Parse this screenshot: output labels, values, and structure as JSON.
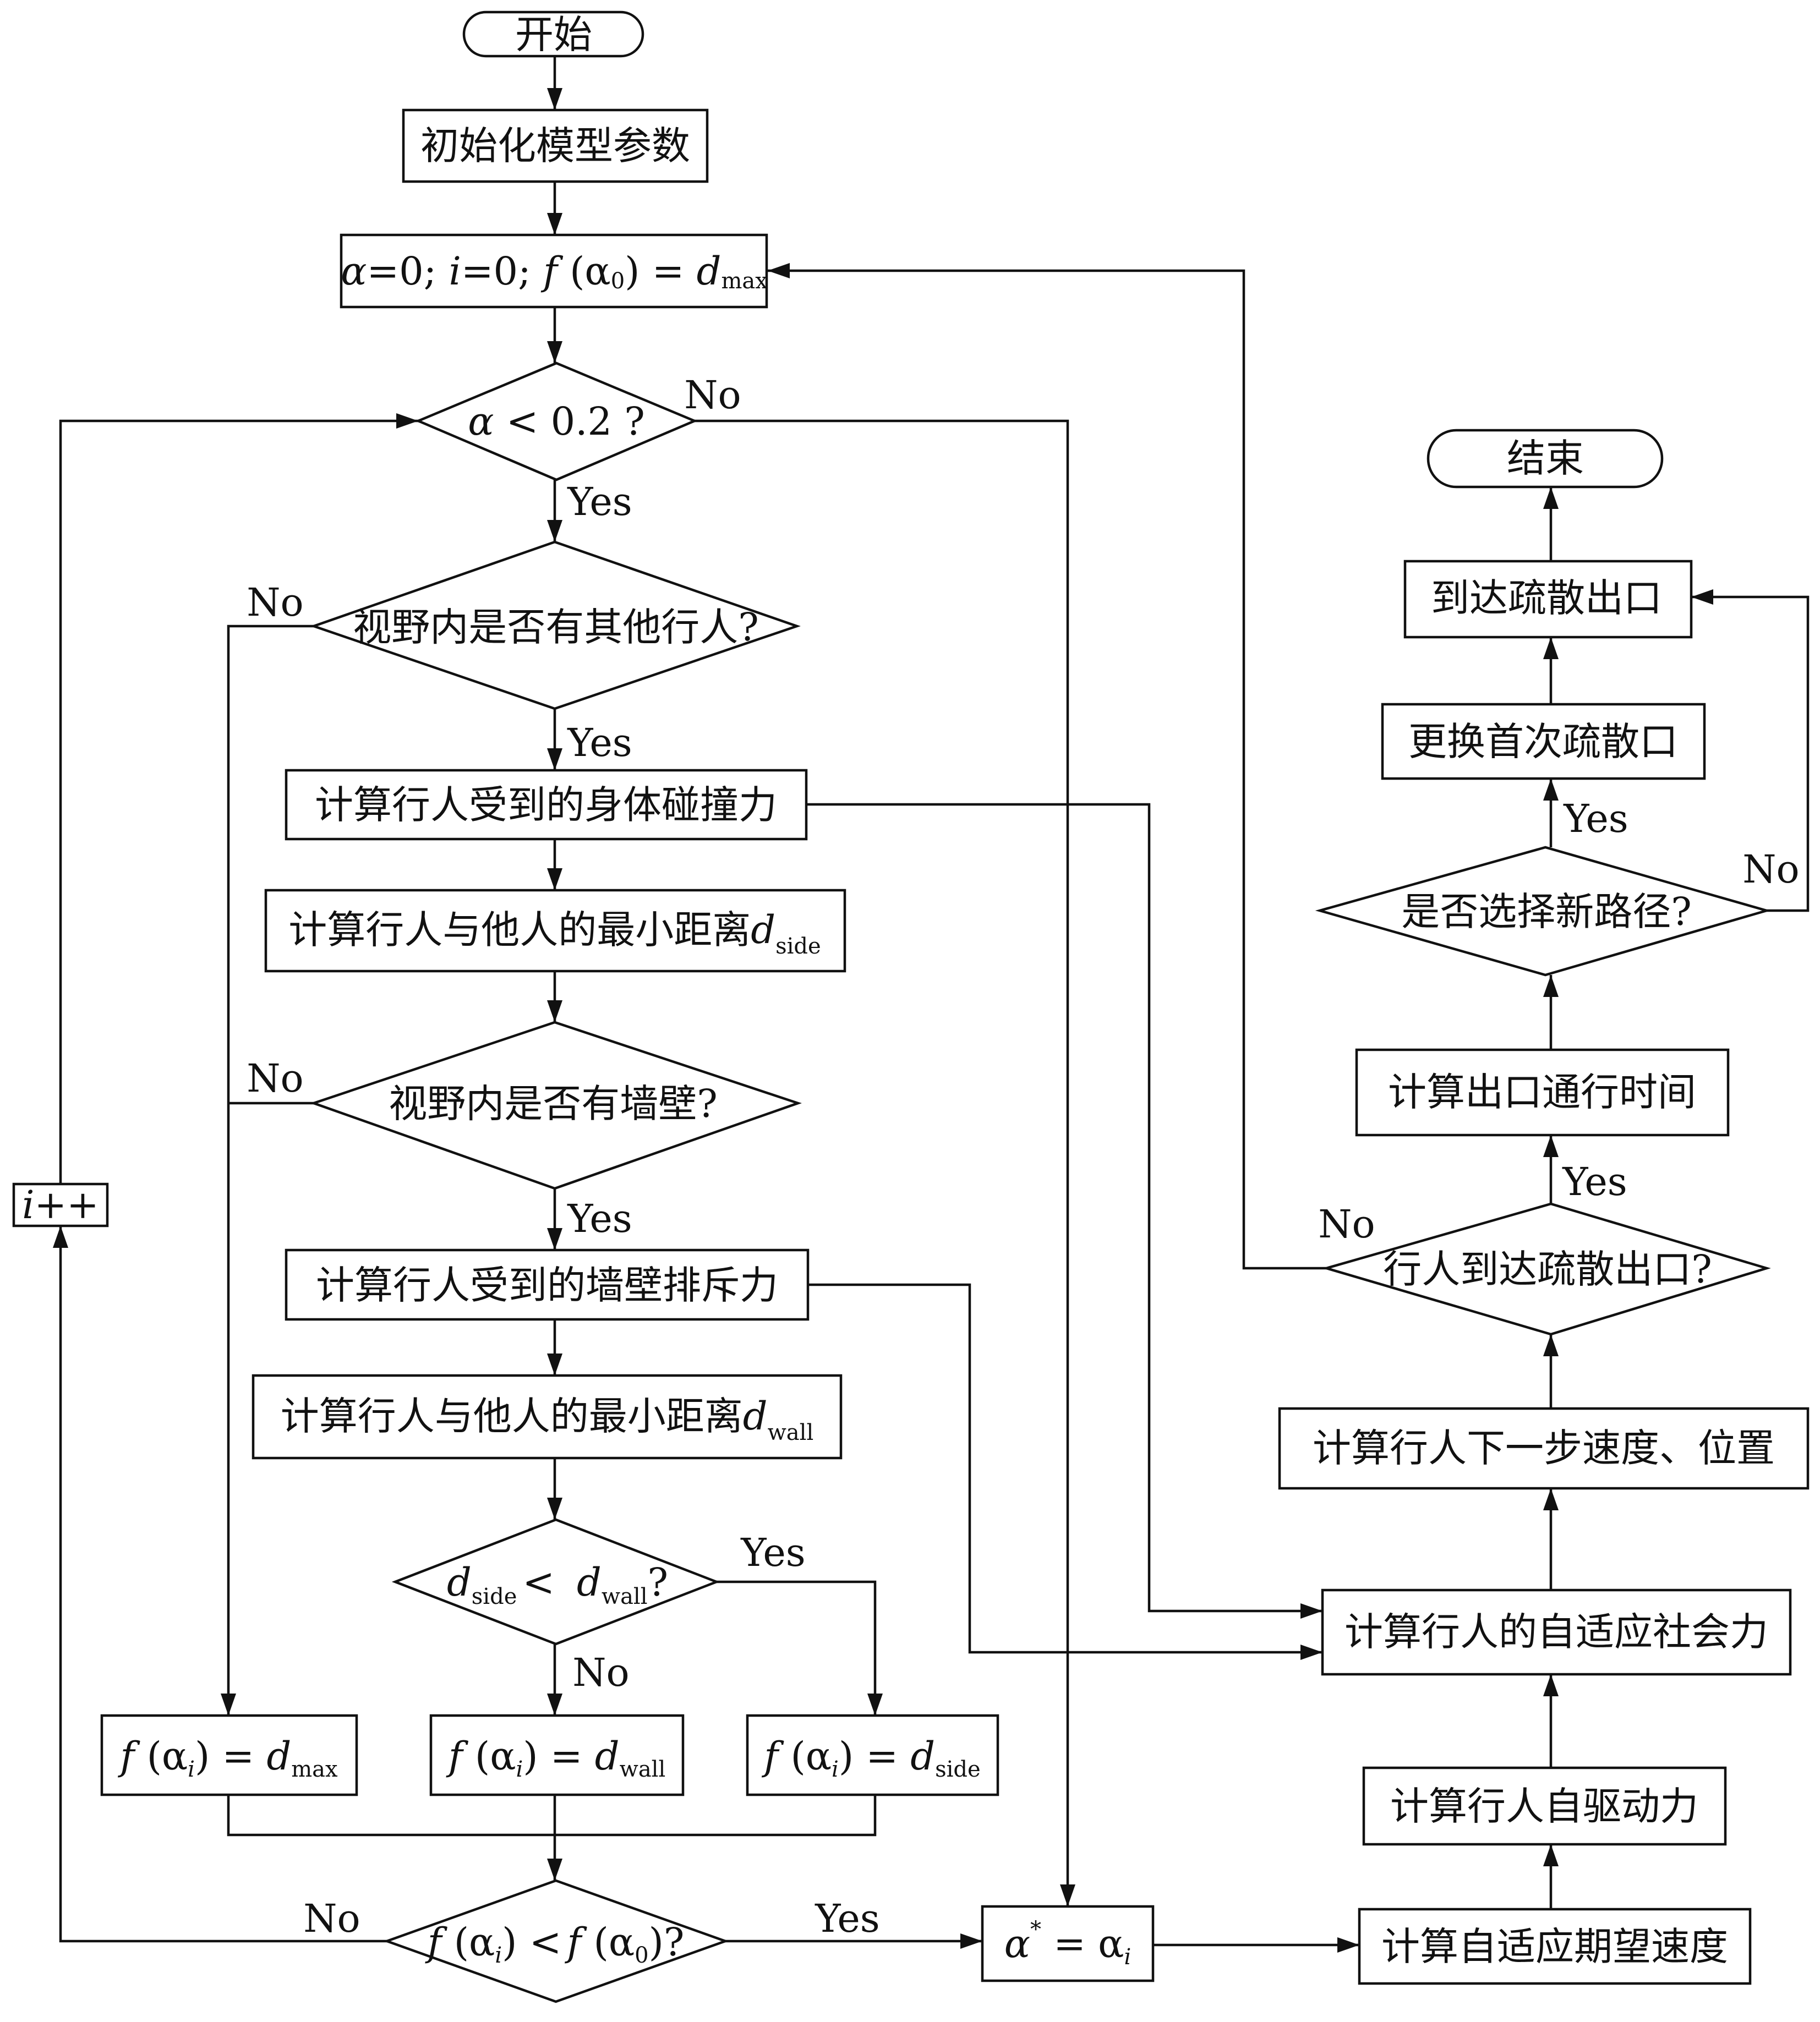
{
  "nodes": {
    "start": "开始",
    "init": "初始化模型参数",
    "setup": {
      "a": "α",
      "b": "=0; ",
      "c": "i",
      "d": "=0; ",
      "e": "f",
      "f": " (α",
      "g": "0",
      "h": ") = ",
      "i": "d",
      "j": "max"
    },
    "alpha_check": {
      "a": "α",
      "b": " < 0.2 ?"
    },
    "others_check": "视野内是否有其他行人?",
    "body_force": "计算行人受到的身体碰撞力",
    "min_side": {
      "text": "计算行人与他人的最小距离",
      "d": "d",
      "sub": "side"
    },
    "wall_check": "视野内是否有墙壁?",
    "wall_force": "计算行人受到的墙壁排斥力",
    "min_wall": {
      "text": "计算行人与他人的最小距离",
      "d": "d",
      "sub": "wall"
    },
    "compare": {
      "d1": "d",
      "s1": "side",
      "lt": "<",
      "d2": "d",
      "s2": "wall",
      "q": "?"
    },
    "f_max": {
      "f": "f",
      "p": " (α",
      "i": "i",
      "e": ") = ",
      "d": "d",
      "s": "max"
    },
    "f_wall": {
      "f": "f",
      "p": " (α",
      "i": "i",
      "e": ") = ",
      "d": "d",
      "s": "wall"
    },
    "f_side": {
      "f": "f",
      "p": " (α",
      "i": "i",
      "e": ") = ",
      "d": "d",
      "s": "side"
    },
    "f_compare": {
      "f1": "f",
      "p1": " (α",
      "i": "i",
      "m": ") <",
      "f2": "f",
      "p2": " (α",
      "z": "0",
      "q": ")?"
    },
    "incr": {
      "i": "i",
      "pp": "++"
    },
    "alpha_star": {
      "a": "α",
      "star": "*",
      "eq": " = α",
      "i": "i"
    },
    "desired_speed": "计算自适应期望速度",
    "self_drive": "计算行人自驱动力",
    "social_force": "计算行人的自适应社会力",
    "next_step": "计算行人下一步速度、位置",
    "reach_check": "行人到达疏散出口?",
    "exit_time": "计算出口通行时间",
    "new_path": "是否选择新路径?",
    "change_exit": "更换首次疏散口",
    "arrive": "到达疏散出口",
    "end": "结束"
  },
  "edge_labels": {
    "alpha_no": "No",
    "alpha_yes": "Yes",
    "others_no": "No",
    "others_yes": "Yes",
    "wall_no": "No",
    "wall_yes": "Yes",
    "compare_yes": "Yes",
    "compare_no": "No",
    "fcmp_no": "No",
    "fcmp_yes": "Yes",
    "reach_no": "No",
    "reach_yes": "Yes",
    "path_yes": "Yes",
    "path_no": "No"
  }
}
